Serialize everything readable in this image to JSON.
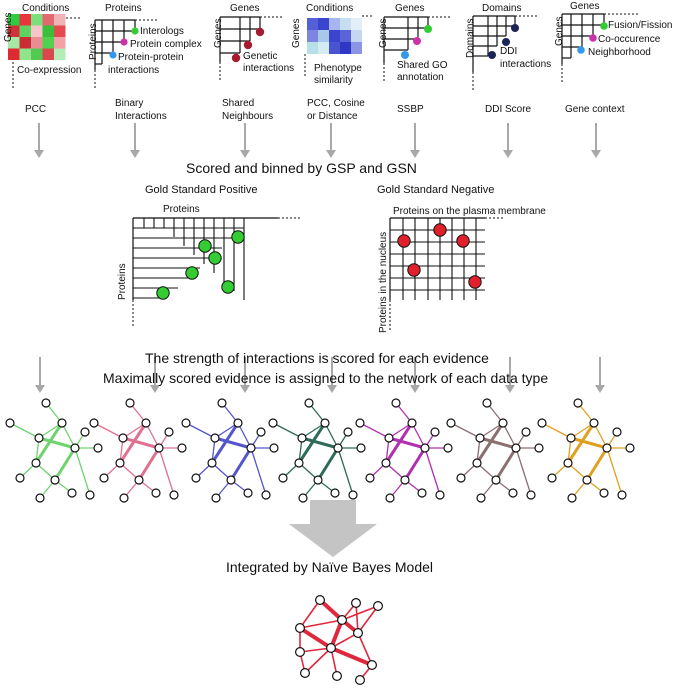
{
  "panels": [
    {
      "id": "coexpression",
      "top_label": "Conditions",
      "side_label": "Genes",
      "items": [
        "Co-expression"
      ],
      "method": "PCC",
      "network_color": "#6fd36f"
    },
    {
      "id": "binary",
      "top_label": "Proteins",
      "side_label": "Proteins",
      "items": [
        "Interologs",
        "Protein complex",
        "Protein-protein interactions"
      ],
      "item_lines": [
        "Protein-protein",
        "interactions"
      ],
      "item_colors": [
        "#33cc33",
        "#cc33aa",
        "#3399ee"
      ],
      "method": "Binary Interactions",
      "method_lines": [
        "Binary",
        "Interactions"
      ],
      "network_color": "#e07090"
    },
    {
      "id": "genetic",
      "top_label": "Genes",
      "side_label": "Genes",
      "items": [
        "Genetic interactions"
      ],
      "item_lines": [
        "Genetic",
        "interactions"
      ],
      "item_colors": [
        "#a51c30"
      ],
      "method": "Shared Neighbours",
      "method_lines": [
        "Shared",
        "Neighbours"
      ],
      "network_color": "#5555cc"
    },
    {
      "id": "phenotype",
      "top_label": "Conditions",
      "side_label": "Genes",
      "items": [
        "Phenotype similarity"
      ],
      "item_lines": [
        "Phenotype",
        "similarity"
      ],
      "method": "PCC, Cosine or Distance",
      "method_lines": [
        "PCC, Cosine",
        "or Distance"
      ],
      "network_color": "#2e6b5a"
    },
    {
      "id": "go",
      "top_label": "Genes",
      "side_label": "Genes",
      "items": [
        "Shared GO annotation"
      ],
      "item_lines": [
        "Shared GO",
        "annotation"
      ],
      "item_colors": [
        "#33cc33",
        "#cc33aa",
        "#3399ee"
      ],
      "method": "SSBP",
      "network_color": "#b030b0"
    },
    {
      "id": "ddi",
      "top_label": "Domains",
      "side_label": "Domains",
      "items": [
        "DDI interactions"
      ],
      "item_lines": [
        "DDI",
        "interactions"
      ],
      "item_colors": [
        "#1a2455"
      ],
      "method": "DDI Score",
      "network_color": "#8a7070"
    },
    {
      "id": "context",
      "top_label": "Genes",
      "side_label": "Genes",
      "items": [
        "Fusion/Fission",
        "Co-occurence",
        "Neighborhood"
      ],
      "item_colors": [
        "#33cc33",
        "#cc33aa",
        "#3399ee"
      ],
      "method": "Gene context",
      "network_color": "#e0a020"
    }
  ],
  "scored_text": "Scored and binned by GSP and GSN",
  "gsp": {
    "title": "Gold Standard Positive",
    "top_label": "Proteins",
    "side_label": "Proteins",
    "node_color": "#33cc33"
  },
  "gsn": {
    "title": "Gold Standard Negative",
    "top_label": "Proteins on the plasma membrane",
    "side_label": "Proteins in the nucleus",
    "node_color": "#e0202a"
  },
  "strength_lines": [
    "The strength of interactions is scored for each evidence",
    "Maximally scored evidence is assigned to the network of each data type"
  ],
  "integrated_text": "Integrated by Naïve Bayes Model",
  "integrated_color": "#e0283c",
  "arrow_color": "#a8a8a8"
}
